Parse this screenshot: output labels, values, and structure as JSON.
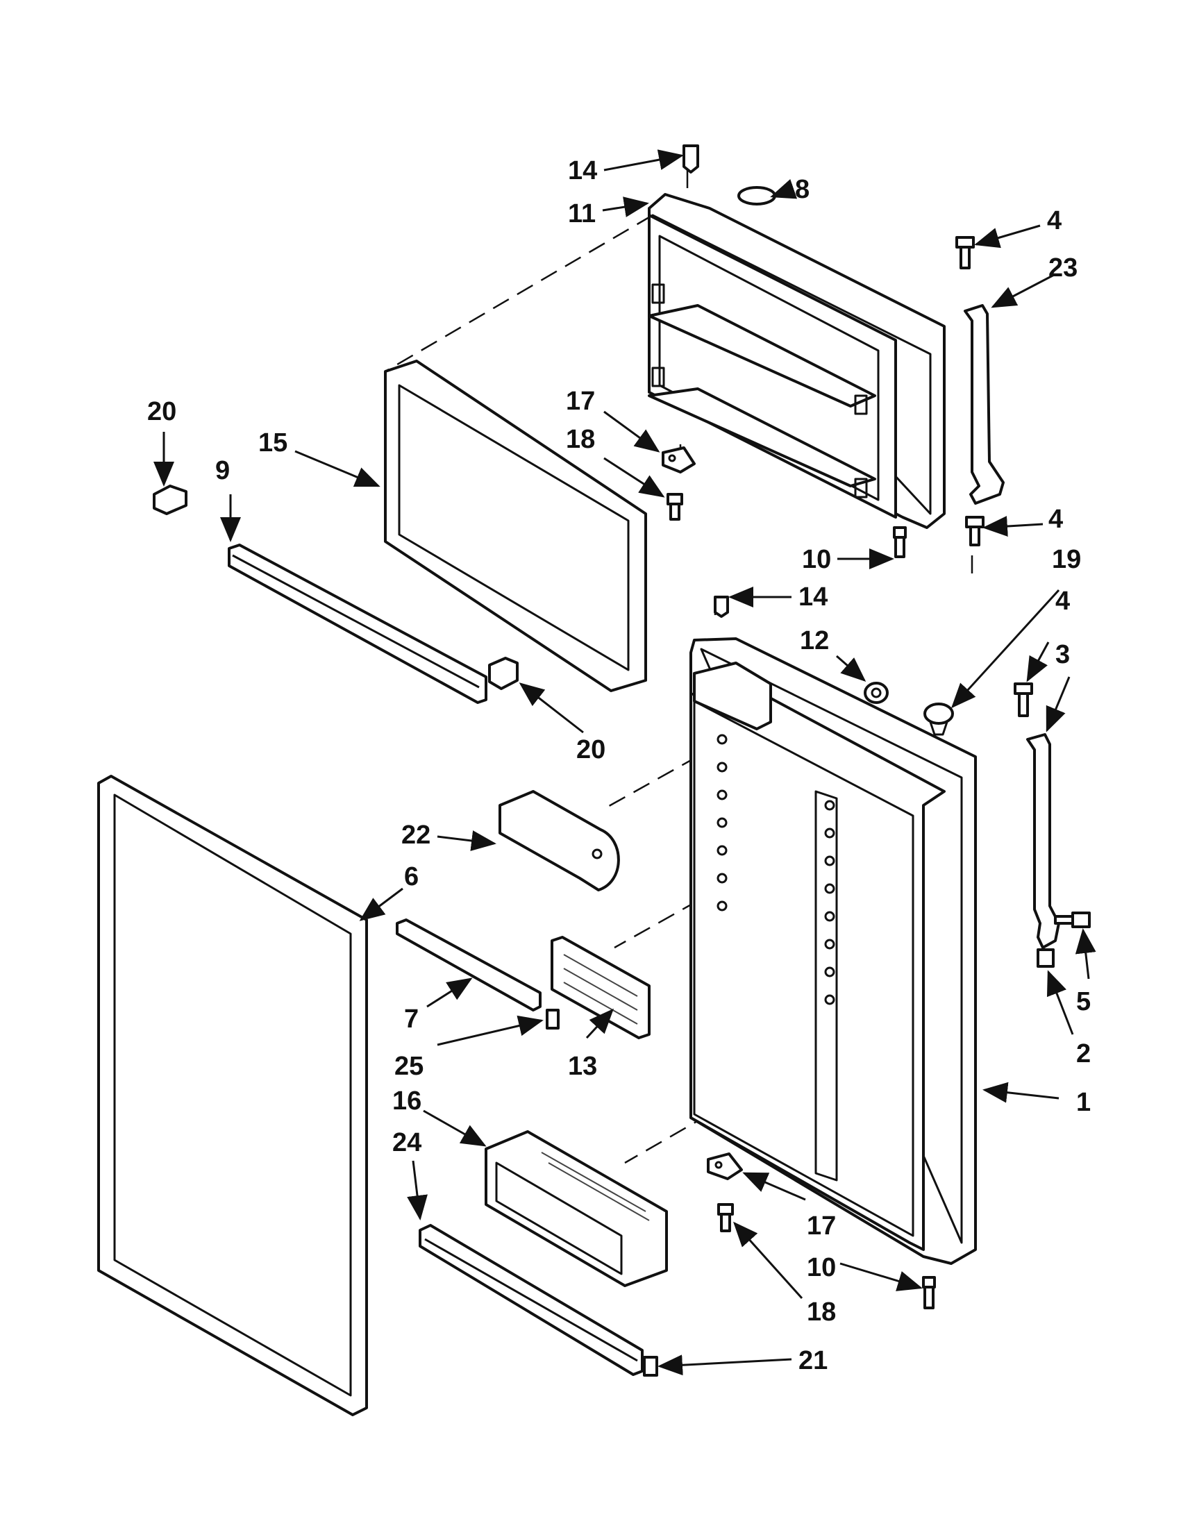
{
  "callouts": [
    {
      "id": "c14a",
      "text": "14"
    },
    {
      "id": "c8",
      "text": "8"
    },
    {
      "id": "c11",
      "text": "11"
    },
    {
      "id": "c4a",
      "text": "4"
    },
    {
      "id": "c23",
      "text": "23"
    },
    {
      "id": "c20a",
      "text": "20"
    },
    {
      "id": "c15",
      "text": "15"
    },
    {
      "id": "c9",
      "text": "9"
    },
    {
      "id": "c17a",
      "text": "17"
    },
    {
      "id": "c18a",
      "text": "18"
    },
    {
      "id": "c4b",
      "text": "4"
    },
    {
      "id": "c10a",
      "text": "10"
    },
    {
      "id": "c19",
      "text": "19"
    },
    {
      "id": "c14b",
      "text": "14"
    },
    {
      "id": "c12",
      "text": "12"
    },
    {
      "id": "c4c",
      "text": "4"
    },
    {
      "id": "c3",
      "text": "3"
    },
    {
      "id": "c20b",
      "text": "20"
    },
    {
      "id": "c22",
      "text": "22"
    },
    {
      "id": "c6",
      "text": "6"
    },
    {
      "id": "c7",
      "text": "7"
    },
    {
      "id": "c25",
      "text": "25"
    },
    {
      "id": "c13",
      "text": "13"
    },
    {
      "id": "c5",
      "text": "5"
    },
    {
      "id": "c2",
      "text": "2"
    },
    {
      "id": "c1",
      "text": "1"
    },
    {
      "id": "c16",
      "text": "16"
    },
    {
      "id": "c24",
      "text": "24"
    },
    {
      "id": "c17b",
      "text": "17"
    },
    {
      "id": "c10b",
      "text": "10"
    },
    {
      "id": "c18b",
      "text": "18"
    },
    {
      "id": "c21",
      "text": "21"
    }
  ]
}
